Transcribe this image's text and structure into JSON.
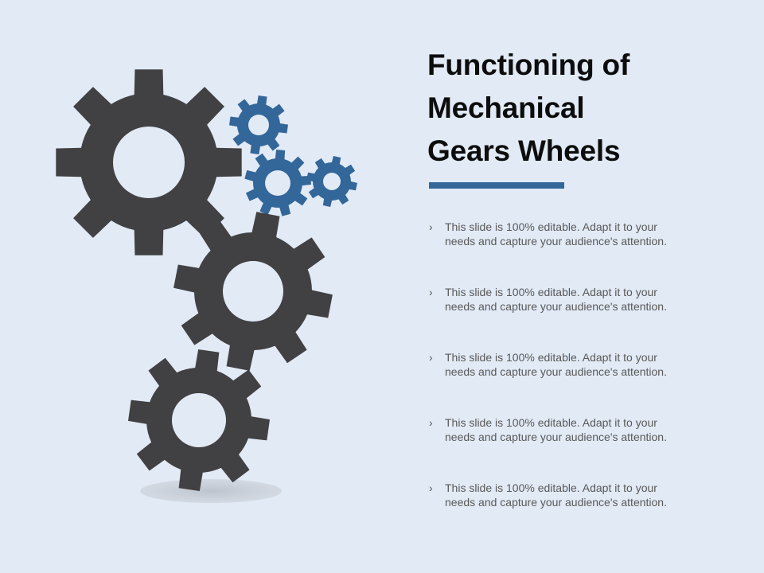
{
  "slide": {
    "background_color": "#e1eaf5",
    "accent_color": "#336699",
    "gear_color": "#414042",
    "title_lines": [
      "Functioning of",
      "Mechanical",
      "Gears Wheels"
    ],
    "bullet_icon": "chevron-right-icon",
    "bullets": [
      {
        "marker": "›",
        "lines": [
          "This slide is 100% editable. Adapt it to your",
          "needs and capture your audience's attention."
        ]
      },
      {
        "marker": "›",
        "lines": [
          "This slide is 100% editable. Adapt it to your",
          "needs and capture your audience's attention."
        ]
      },
      {
        "marker": "›",
        "lines": [
          "This slide is 100% editable. Adapt it to your",
          "needs and capture your audience's attention."
        ]
      },
      {
        "marker": "›",
        "lines": [
          "This slide is 100% editable. Adapt it to your",
          "needs and capture your audience's attention."
        ]
      },
      {
        "marker": "›",
        "lines": [
          "This slide is 100% editable. Adapt it to your",
          "needs and capture your audience's attention."
        ]
      }
    ],
    "gears": [
      {
        "name": "large-dark-gear",
        "color": "dark",
        "teeth": 8
      },
      {
        "name": "small-blue-gear-top",
        "color": "blue",
        "teeth": 8
      },
      {
        "name": "medium-blue-gear",
        "color": "blue",
        "teeth": 9
      },
      {
        "name": "small-blue-gear-right",
        "color": "blue",
        "teeth": 8
      },
      {
        "name": "middle-dark-gear",
        "color": "dark",
        "teeth": 8
      },
      {
        "name": "bottom-dark-gear",
        "color": "dark",
        "teeth": 8
      }
    ]
  }
}
